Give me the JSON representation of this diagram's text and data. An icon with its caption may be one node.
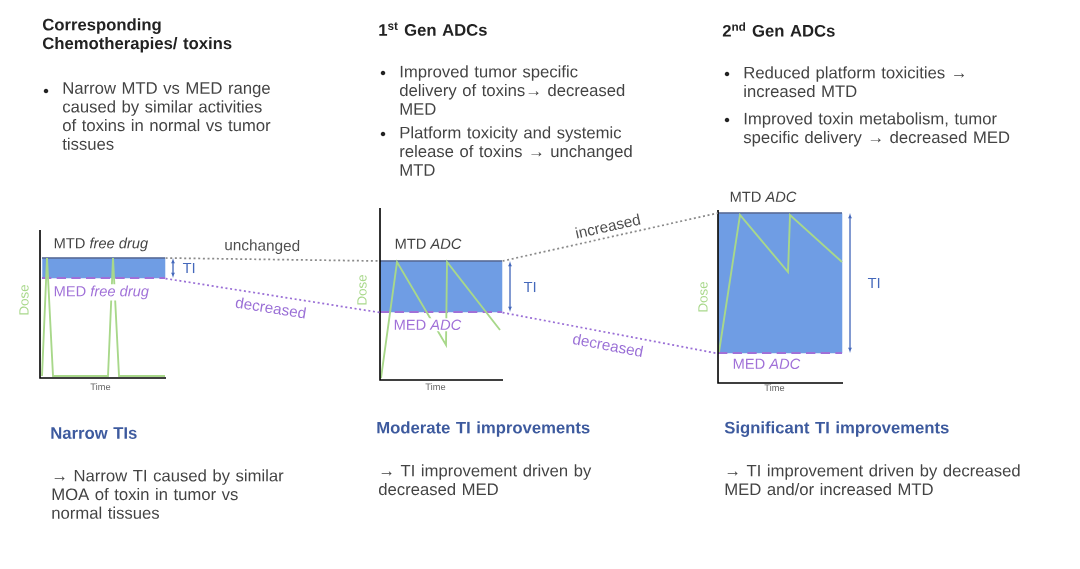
{
  "diagram": {
    "nodes": [
      {
        "text": [],
        "shape": "box",
        "beside": [
          "MTD *free drug*",
          "MED *free drug*",
          "TI"
        ]
      },
      {
        "text": [],
        "shape": "box",
        "beside": [
          "MTD *ADC*",
          "MED *ADC*",
          "TI"
        ]
      },
      {
        "text": [],
        "shape": "box",
        "beside": [
          "MTD *ADC*",
          "MED *ADC*",
          "TI"
        ]
      }
    ],
    "edges": [
      {
        "from": 0,
        "to": 1,
        "arrow": "none",
        "label": "unchanged",
        "style": "dashed"
      },
      {
        "from": 0,
        "to": 1,
        "arrow": "none",
        "label": "decreased",
        "style": "dashed",
        "color": "#9a6fd6"
      },
      {
        "from": 1,
        "to": 2,
        "arrow": "none",
        "label": "increased",
        "style": "dashed"
      },
      {
        "from": 1,
        "to": 2,
        "arrow": "none",
        "label": "decreased",
        "style": "dashed",
        "color": "#9a6fd6"
      }
    ],
    "labels": [
      "Corresponding Chemotherapies/ toxins",
      "Narrow MTD vs MED range caused by similar activities of toxins in normal vs tumor tissues",
      "1$^{st}$ Gen ADCs",
      "Improved tumor specific delivery of toxins→ decreased MED",
      "Platform toxicity and systemic release of toxins → unchanged MTD",
      "2$^{nd}$ Gen ADCs",
      "Reduced platform toxicities → increased MTD",
      "Improved toxin metabolism, tumor specific delivery → decreased MED",
      "Dose",
      "Time",
      "Dose",
      "Time",
      "Dose",
      "Time",
      "Narrow TIs",
      "→ Narrow TI caused by similar MOA of toxin in tumor vs normal tissues",
      "Moderate TI improvements",
      "→ TI improvement driven by decreased MED",
      "Significant TI improvements",
      "→ TI improvement driven by decreased MED and/or increased MTD"
    ]
  }
}
